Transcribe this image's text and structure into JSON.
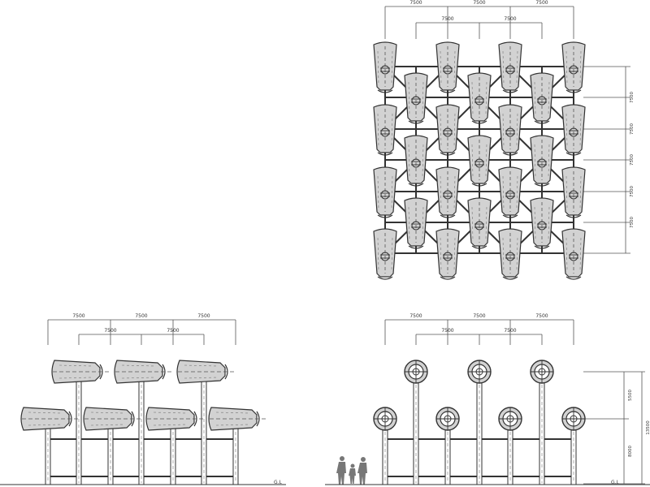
{
  "drawing": {
    "plan": {
      "top_dims_outer": [
        "7500",
        "7500",
        "7500"
      ],
      "top_dims_inner": [
        "7500",
        "7500"
      ],
      "side_dims": [
        "7500",
        "7500",
        "7500",
        "7500",
        "7500"
      ]
    },
    "side_elevation": {
      "top_dims_outer": [
        "7500",
        "7500",
        "7500"
      ],
      "top_dims_inner": [
        "7500",
        "7500"
      ],
      "ground_label": "G.L"
    },
    "front_elevation": {
      "top_dims_outer": [
        "7500",
        "7500",
        "7500"
      ],
      "top_dims_inner": [
        "7500",
        "7500"
      ],
      "side_dims": [
        "5500",
        "8000"
      ],
      "total_height": "13500",
      "ground_label": "G.L"
    }
  },
  "colors": {
    "line": "#333333",
    "turbine_fill": "#d2d2d2",
    "background": "#ffffff"
  },
  "icons": {
    "turbine": "wind-turbine-icon",
    "people": "person-silhouette-icon"
  }
}
